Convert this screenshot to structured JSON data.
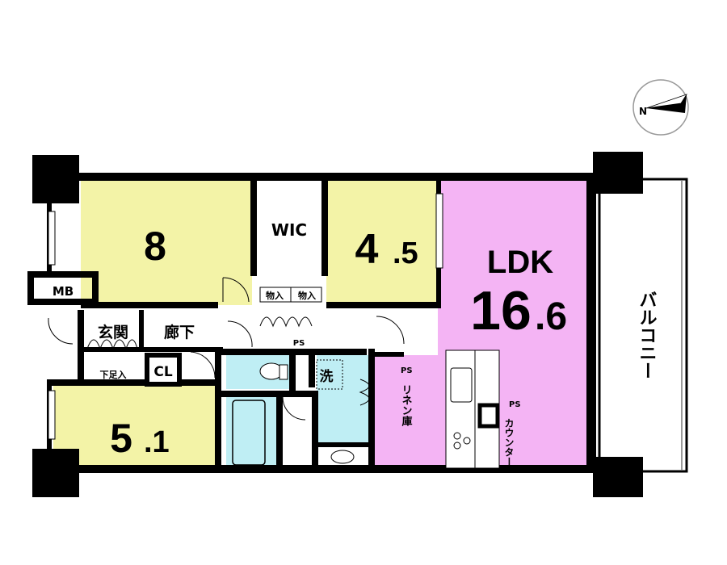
{
  "compass": {
    "north": "N"
  },
  "rooms": {
    "bedroom_8": {
      "size": "8",
      "color": "#f3f3a7"
    },
    "wic": {
      "label": "WIC"
    },
    "bedroom_4_5": {
      "int": "4",
      "dec": ".5",
      "color": "#f3f3a7"
    },
    "ldk": {
      "label": "LDK",
      "int": "16",
      "dec": ".6",
      "color": "#f4b4f4"
    },
    "bedroom_5_1": {
      "int": "5",
      "dec": ".1",
      "color": "#f3f3a7"
    },
    "wet_color": "#bfeef4"
  },
  "labels": {
    "mb": "MB",
    "storage_left": "物入",
    "storage_right": "物入",
    "entrance": "玄関",
    "hallway": "廊下",
    "ps_hall": "PS",
    "shoe_storage": "下足入",
    "closet": "CL",
    "laundry": "洗",
    "ps_linen": "PS",
    "linen": "リネン庫",
    "ps_kitchen": "PS",
    "counter": "カウンター",
    "balcony": "バルコニー"
  }
}
